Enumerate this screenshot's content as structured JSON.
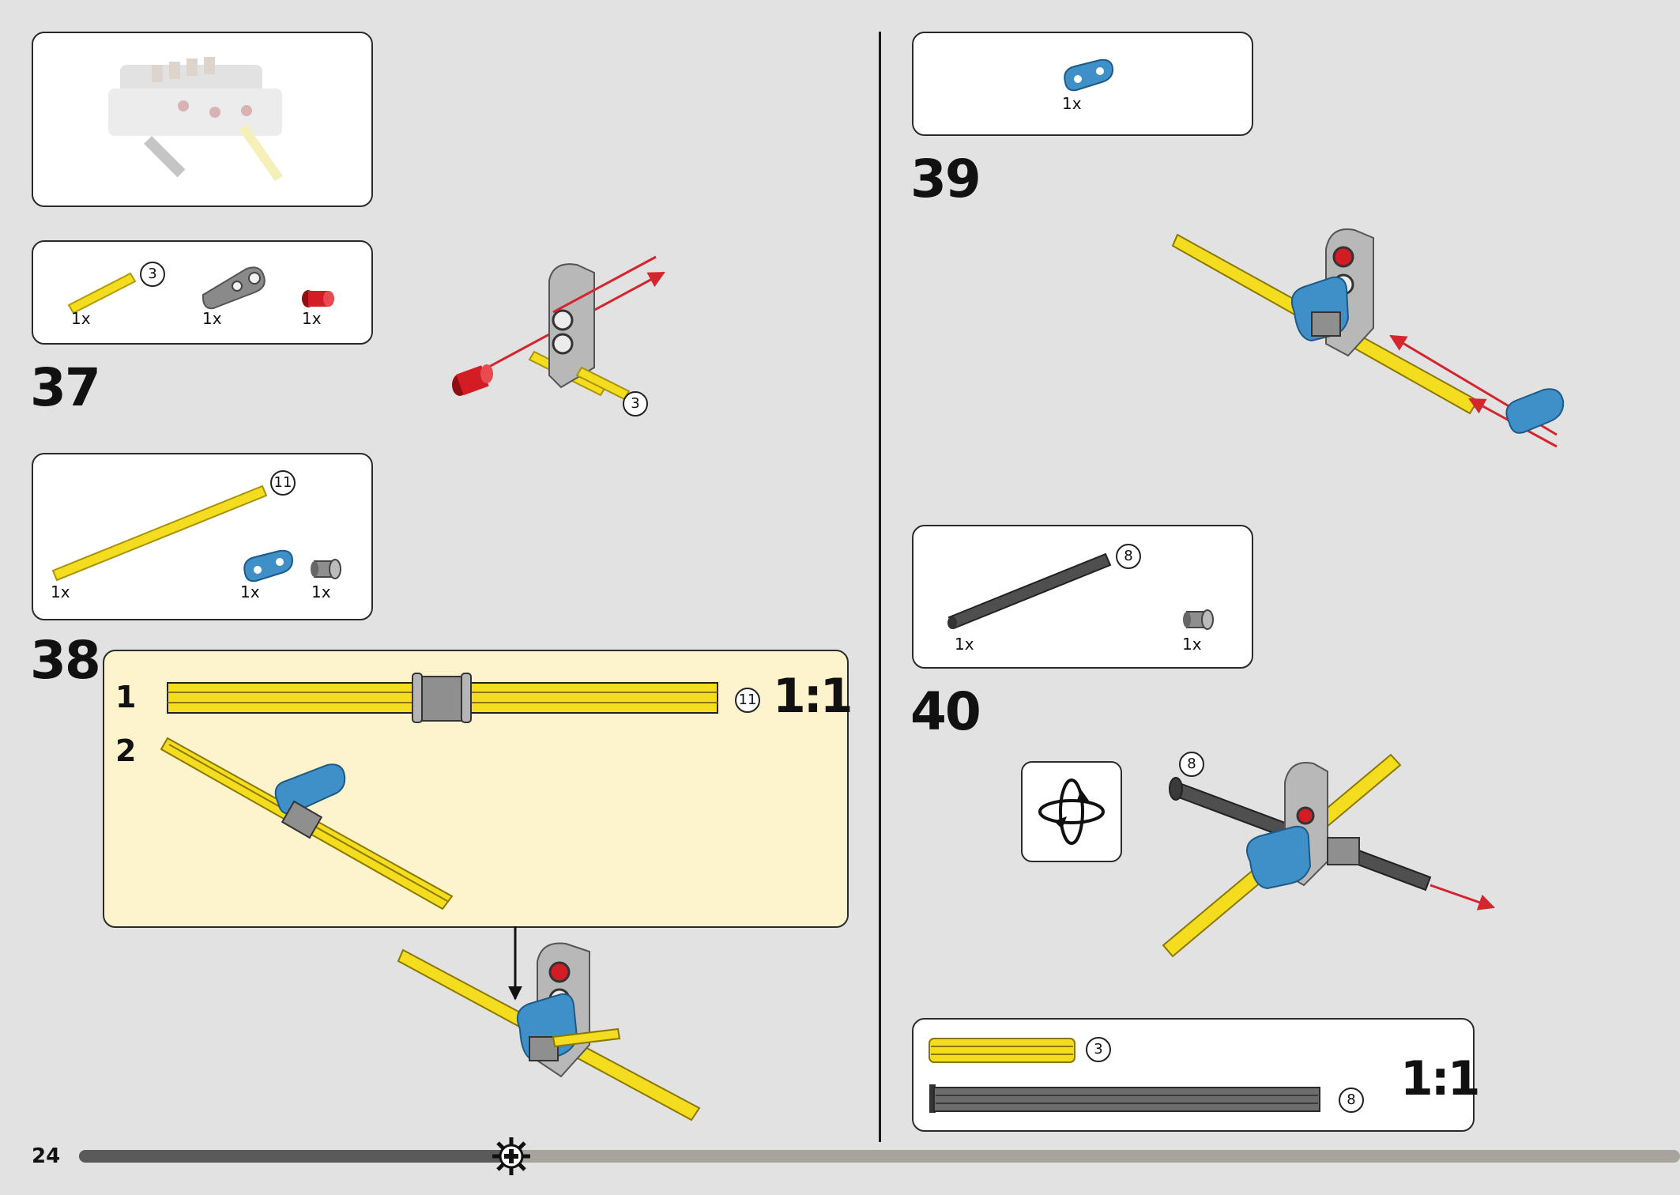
{
  "page_number": "24",
  "colors": {
    "yellow": "#f4dc1e",
    "blue": "#3f8fc8",
    "red": "#d31c24",
    "light_gray": "#b3b3b3",
    "dark_gray": "#4f4f4f",
    "arrow_red": "#d3262f",
    "callout_bg": "#fdf3cc"
  },
  "step37": {
    "number": "37",
    "parts": [
      {
        "qty": "1x",
        "icon": "axle-3-icon",
        "count_label": "3"
      },
      {
        "qty": "1x",
        "icon": "gray-liftarm-icon"
      },
      {
        "qty": "1x",
        "icon": "red-pin-icon"
      }
    ],
    "callout_axle_size": "3"
  },
  "step38": {
    "number": "38",
    "parts": [
      {
        "qty": "1x",
        "icon": "axle-11-icon",
        "count_label": "11"
      },
      {
        "qty": "1x",
        "icon": "blue-liftarm-icon"
      },
      {
        "qty": "1x",
        "icon": "bush-icon"
      }
    ],
    "sub_steps": [
      {
        "label": "1"
      },
      {
        "label": "2"
      }
    ],
    "measure_label": "11",
    "scale_label": "1:1"
  },
  "step39": {
    "number": "39",
    "parts": [
      {
        "qty": "1x",
        "icon": "blue-liftarm-icon"
      }
    ]
  },
  "step40": {
    "number": "40",
    "parts": [
      {
        "qty": "1x",
        "icon": "dark-axle-8-icon",
        "count_label": "8"
      },
      {
        "qty": "1x",
        "icon": "bush-icon"
      }
    ],
    "callout_axle_size": "8",
    "rotate_icon": "rotate-model-icon"
  },
  "scale_box": {
    "items": [
      {
        "label": "3",
        "icon": "axle-3-icon"
      },
      {
        "label": "8",
        "icon": "dark-axle-8-icon"
      }
    ],
    "scale_label": "1:1"
  },
  "progress": {
    "fraction": 0.27,
    "marker_icon": "gear-icon"
  }
}
